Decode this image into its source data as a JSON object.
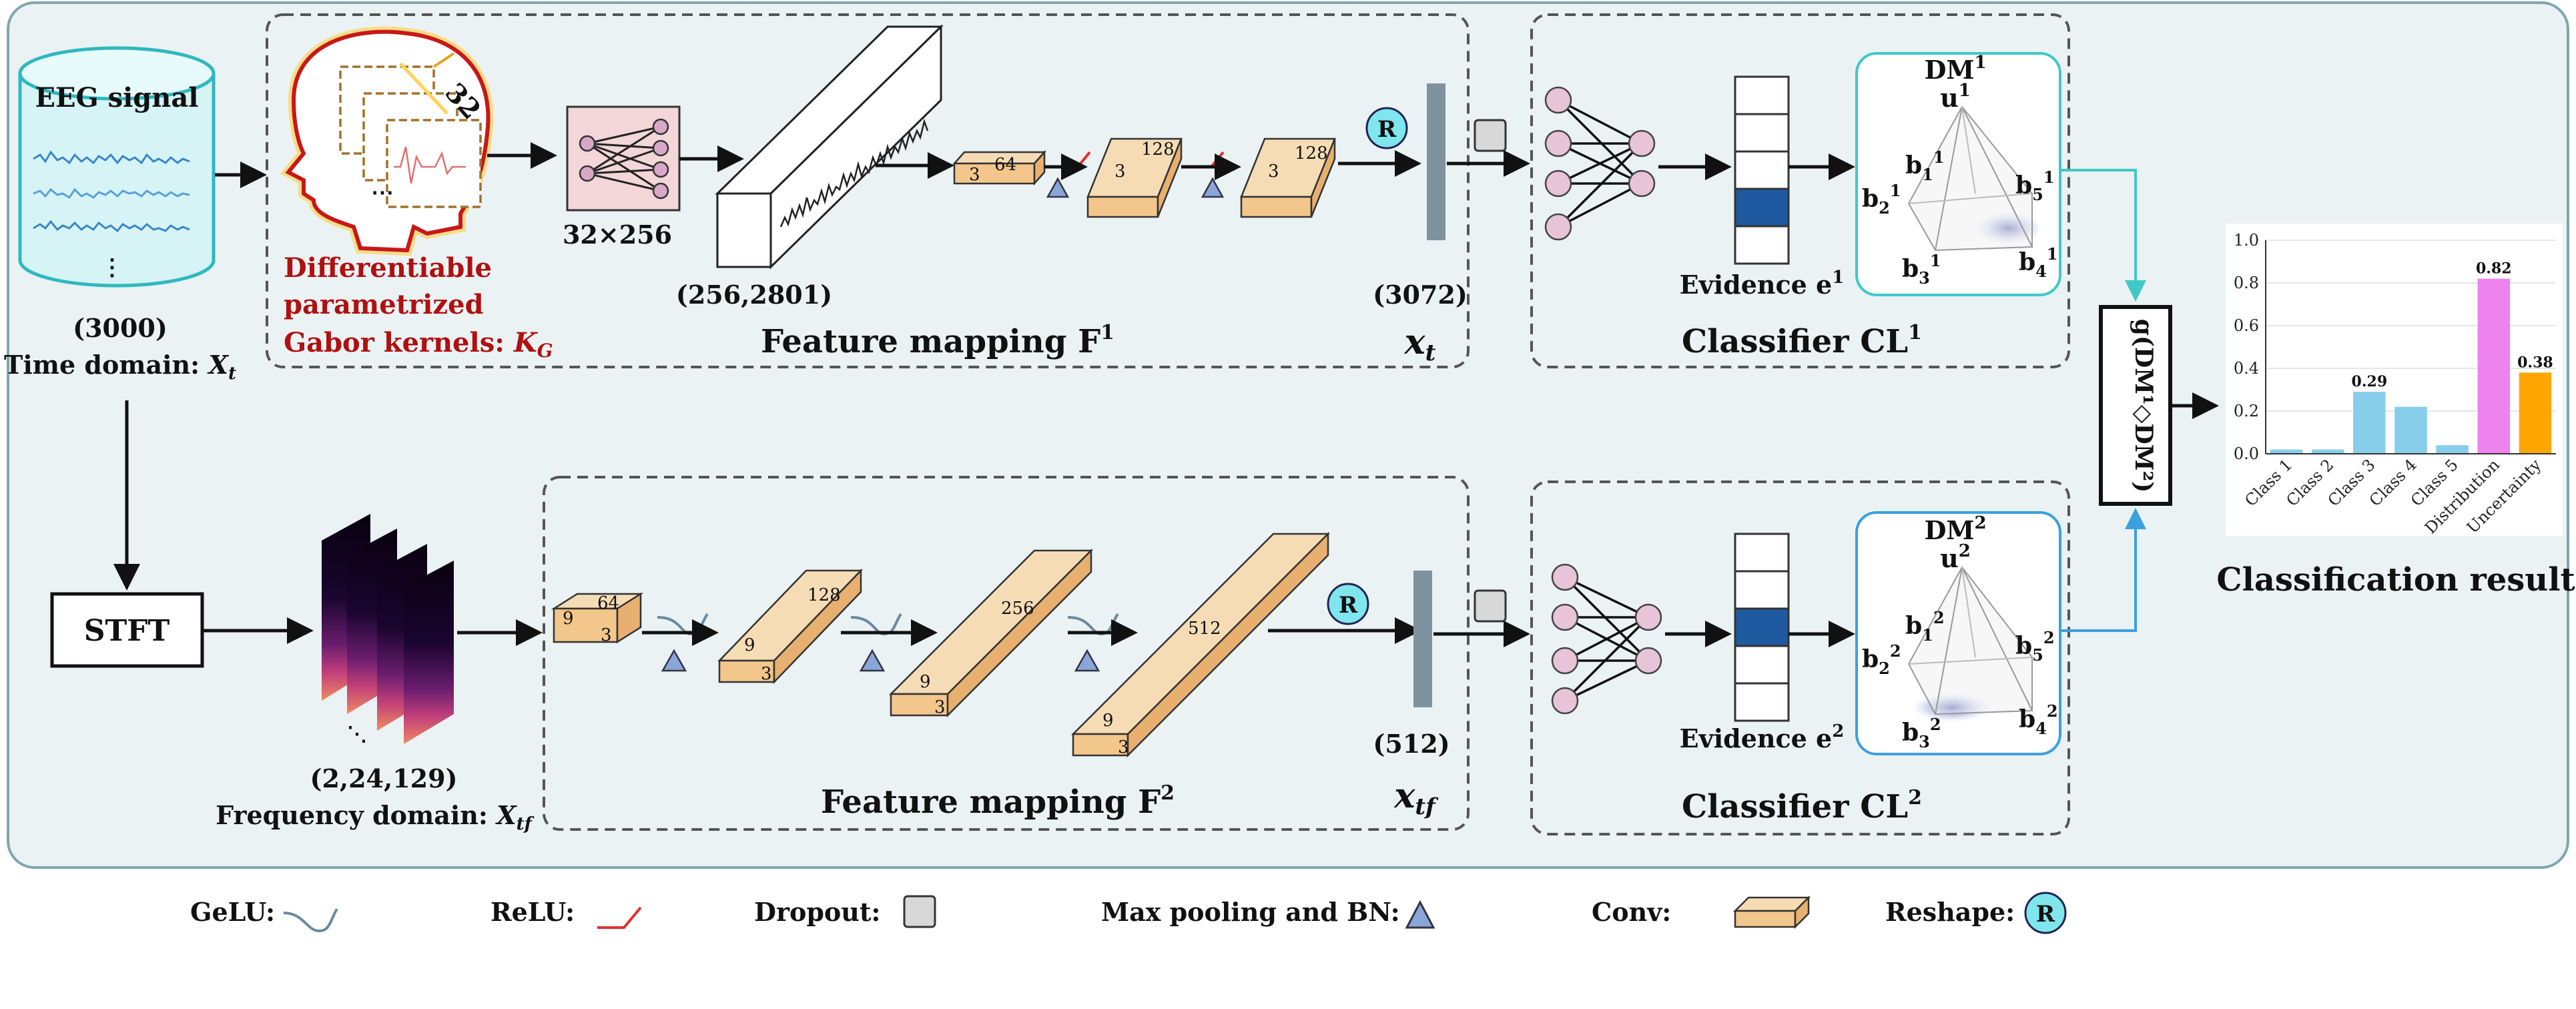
{
  "eeg": {
    "title": "EEG signal",
    "size": "(3000)",
    "domain_label": "Time domain: ",
    "domain_var": "X",
    "domain_sub": "t",
    "ellipsis": "⋮"
  },
  "gabor": {
    "count": "32",
    "line1": "Differentiable",
    "line2": "parametrized",
    "line3": "Gabor kernels: ",
    "var": "K",
    "sub": "G"
  },
  "fc1": {
    "size": "32×256"
  },
  "fm1": {
    "block_size": "(256,2801)",
    "title": "Feature mapping F",
    "sup": "1",
    "out_size": "(3072)",
    "out_var": "x",
    "out_sub": "t",
    "conv": [
      {
        "k": "3",
        "c": "64"
      },
      {
        "k": "3",
        "c": "128"
      },
      {
        "k": "3",
        "c": "128"
      }
    ]
  },
  "stft": {
    "label": "STFT",
    "size": "(2,24,129)",
    "domain_label": "Frequency domain: ",
    "domain_var": "X",
    "domain_sub": "tf"
  },
  "fm2": {
    "title": "Feature mapping F",
    "sup": "2",
    "out_size": "(512)",
    "out_var": "x",
    "out_sub": "tf",
    "conv": [
      {
        "k": "9",
        "k2": "3",
        "c": "64"
      },
      {
        "k": "9",
        "k2": "3",
        "c": "128"
      },
      {
        "k": "9",
        "k2": "3",
        "c": "256"
      },
      {
        "k": "9",
        "k2": "3",
        "c": "512"
      }
    ]
  },
  "reshape_symbol": "R",
  "cl1": {
    "title": "Classifier CL",
    "sup": "1",
    "evidence": "Evidence e",
    "evidence_sup": "1",
    "dm": "DM",
    "dm_sup": "1",
    "u": "u",
    "u_sup": "1",
    "b_labels": [
      "b",
      "b",
      "b",
      "b",
      "b"
    ],
    "b_subs": [
      "1",
      "2",
      "3",
      "4",
      "5"
    ],
    "b_sup": "1"
  },
  "cl2": {
    "title": "Classifier CL",
    "sup": "2",
    "evidence": "Evidence e",
    "evidence_sup": "2",
    "dm": "DM",
    "dm_sup": "2",
    "u": "u",
    "u_sup": "2",
    "b_labels": [
      "b",
      "b",
      "b",
      "b",
      "b"
    ],
    "b_subs": [
      "1",
      "2",
      "3",
      "4",
      "5"
    ],
    "b_sup": "2"
  },
  "fusion": {
    "label": "g(DM¹◇DM²)"
  },
  "result": {
    "title": "Classification result"
  },
  "chart_data": {
    "type": "bar",
    "categories": [
      "Class 1",
      "Class 2",
      "Class 3",
      "Class 4",
      "Class 5",
      "Distribution",
      "Uncertainty"
    ],
    "values": [
      0.02,
      0.02,
      0.29,
      0.22,
      0.04,
      0.82,
      0.38
    ],
    "data_labels": [
      "",
      "",
      "0.29",
      "",
      "",
      "0.82",
      "0.38"
    ],
    "colors": [
      "#87ceeb",
      "#87ceeb",
      "#87ceeb",
      "#87ceeb",
      "#87ceeb",
      "#ee82ee",
      "#ffa500"
    ],
    "ylim": [
      0,
      1.0
    ],
    "yticks": [
      "0.0",
      "0.2",
      "0.4",
      "0.6",
      "0.8",
      "1.0"
    ],
    "grid": true
  },
  "legend": {
    "gelu": "GeLU:",
    "relu": "ReLU:",
    "dropout": "Dropout:",
    "pool": "Max pooling and BN:",
    "conv": "Conv:",
    "reshape": "Reshape:"
  }
}
